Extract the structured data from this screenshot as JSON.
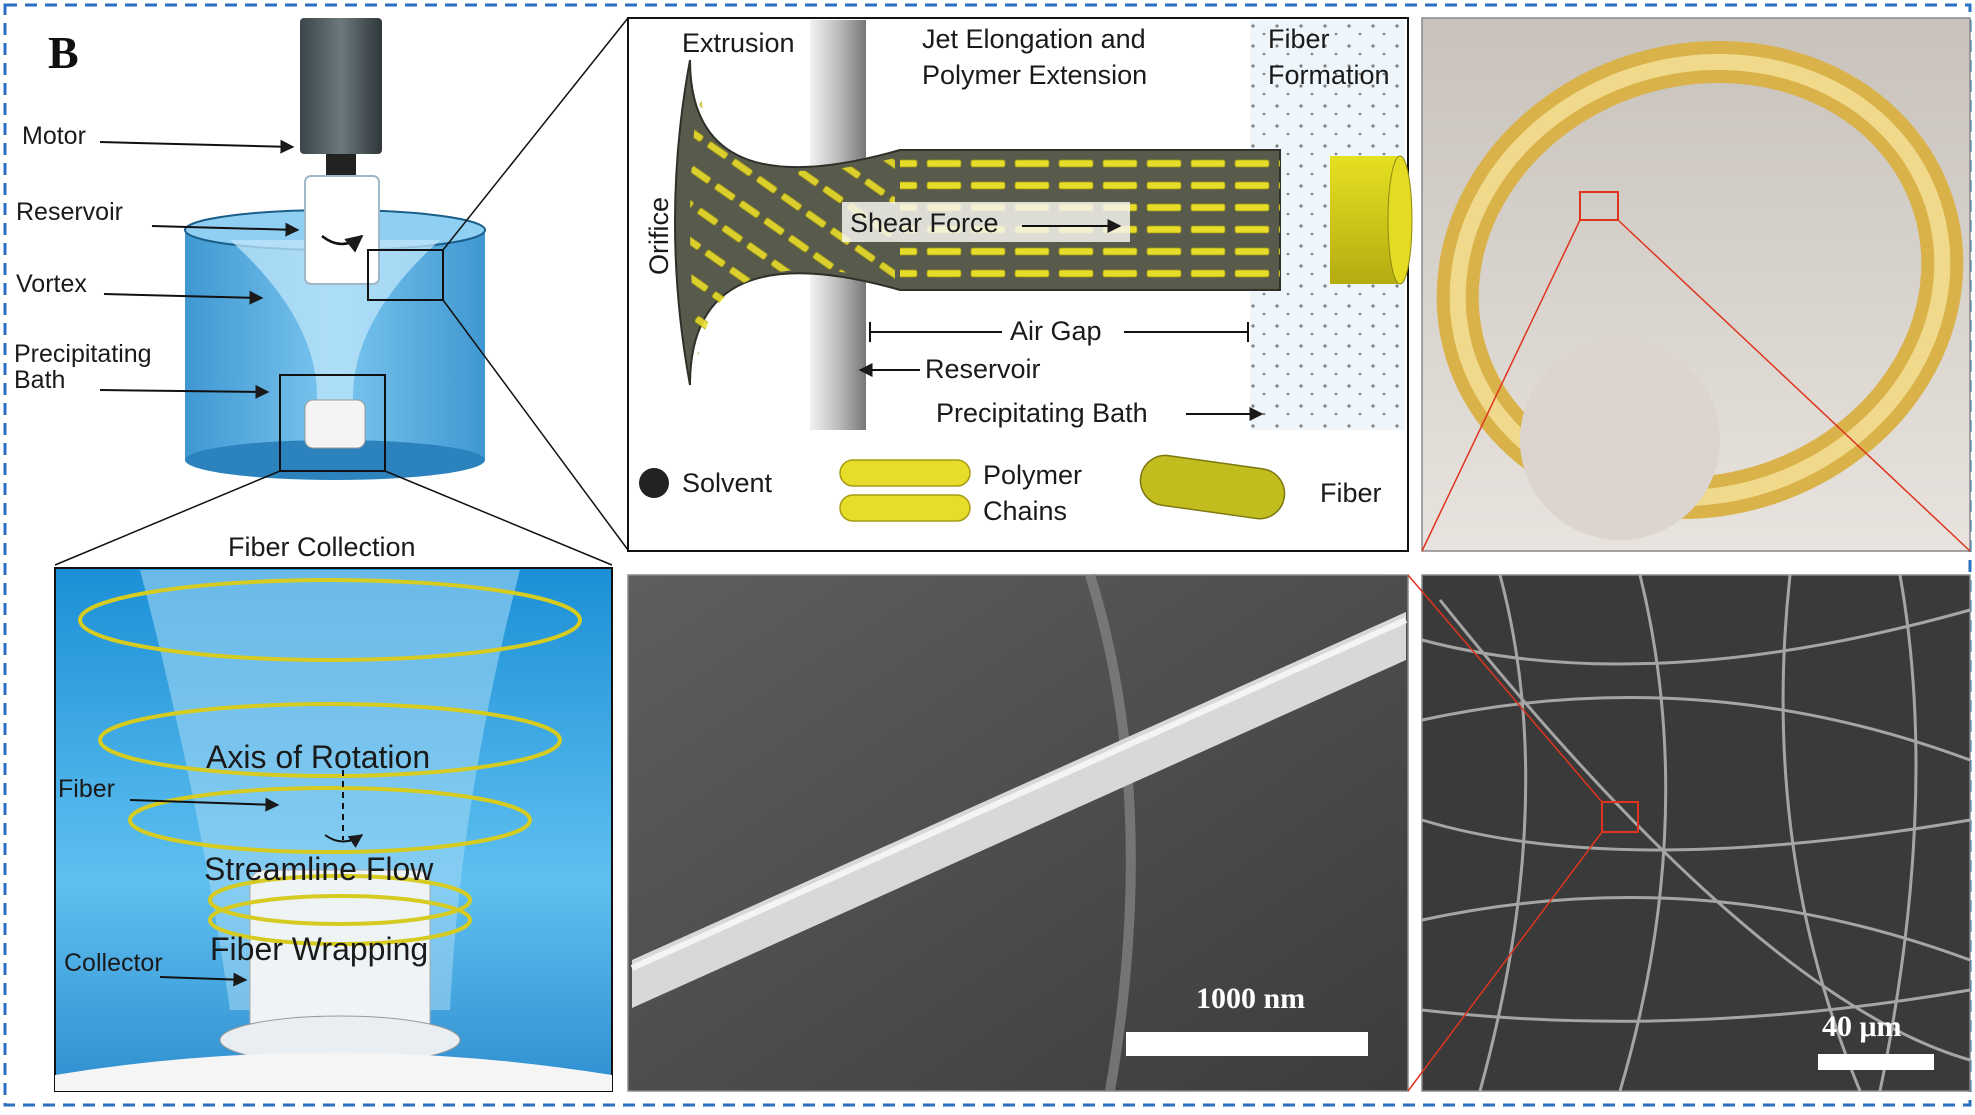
{
  "panel_letter": "B",
  "setup": {
    "labels": {
      "motor": "Motor",
      "reservoir": "Reservoir",
      "vortex": "Vortex",
      "bath_line1": "Precipitating",
      "bath_line2": "Bath"
    }
  },
  "process": {
    "stage_extrusion": "Extrusion",
    "stage_jet_line1": "Jet Elongation and",
    "stage_jet_line2": "Polymer Extension",
    "stage_fiber_line1": "Fiber",
    "stage_fiber_line2": "Formation",
    "orifice": "Orifice",
    "shear_force": "Shear Force",
    "air_gap": "Air Gap",
    "reservoir": "Reservoir",
    "precipitating_bath": "Precipitating Bath",
    "legend": {
      "solvent": "Solvent",
      "polymer_line1": "Polymer",
      "polymer_line2": "Chains",
      "fiber": "Fiber"
    }
  },
  "collection": {
    "title": "Fiber Collection",
    "fiber": "Fiber",
    "axis": "Axis of Rotation",
    "streamline": "Streamline Flow",
    "wrapping": "Fiber Wrapping",
    "collector": "Collector"
  },
  "sem_high_mag": {
    "scale_label": "1000 nm"
  },
  "sem_low_mag": {
    "scale_label": "40 μm"
  },
  "colors": {
    "frame_dash": "#2a6fc0",
    "bath_blue": "#3aa0dc",
    "polymer_yellow": "#e8dc2a",
    "fiber_olive": "#c2bd1e",
    "zoom_red": "#e0341e"
  }
}
